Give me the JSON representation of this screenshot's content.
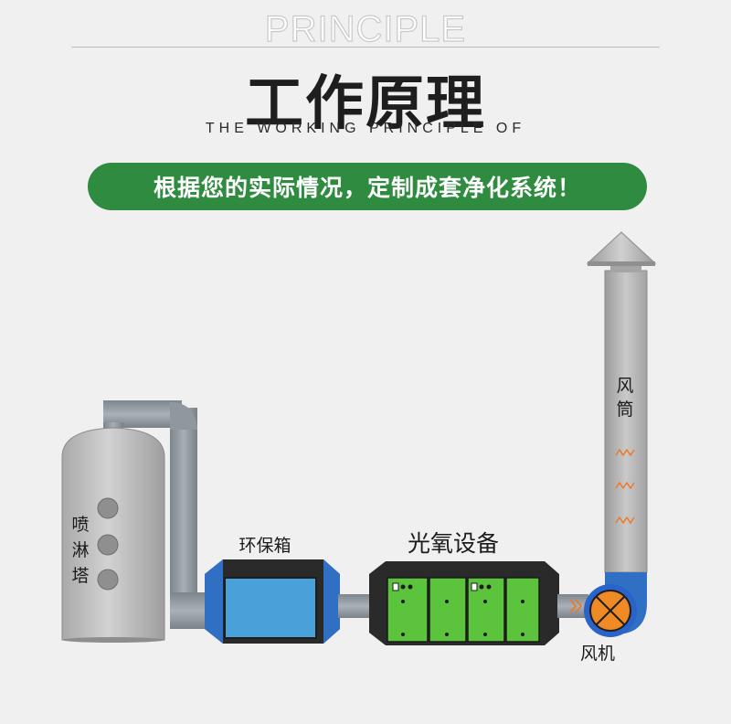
{
  "header": {
    "eyebrow": "PRINCIPLE",
    "title": "工作原理",
    "subtitle": "THE WORKING PRINCIPLE OF"
  },
  "banner": {
    "text": "根据您的实际情况，定制成套净化系统！",
    "color": "#2e8b3f"
  },
  "diagram": {
    "tower": {
      "label_lines": [
        "喷",
        "淋",
        "塔"
      ]
    },
    "activated_carbon_box": {
      "label": "环保箱"
    },
    "photo_oxygen_unit": {
      "label": "光氧设备"
    },
    "chimney": {
      "label_lines": [
        "风",
        "筒"
      ]
    },
    "fan": {
      "label": "风机"
    },
    "colors": {
      "duct": "#8c949c",
      "tower": "#b6b6b6",
      "box_blue": "#4a9fd8",
      "unit_green": "#58c23a",
      "frame_dark": "#2b2b2b",
      "fan_orange": "#f08a24",
      "fan_blue": "#2a63c9",
      "airflow": "#f2751f"
    }
  }
}
